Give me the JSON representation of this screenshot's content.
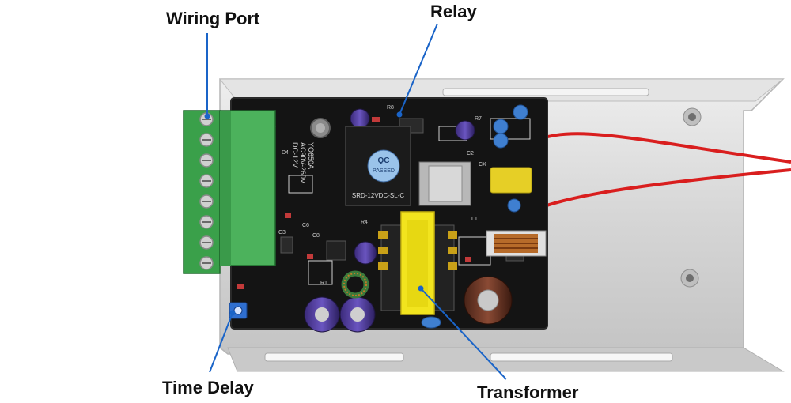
{
  "labels": {
    "wiring_port": "Wiring Port",
    "relay": "Relay",
    "time_delay": "Time Delay",
    "transformer": "Transformer"
  },
  "relay_print": {
    "badge_top": "QC",
    "badge_bottom": "PASSED",
    "model": "SRD-12VDC-SL-C"
  },
  "board_print": {
    "model": "YO650A",
    "input": "AC90V-260V",
    "output": "DC-12V"
  },
  "colors": {
    "pcb": "#141414",
    "terminal_block": "#3aa04a",
    "enclosure": "#d8d8d8",
    "leader_line": "#1a64c8",
    "wire": "#d91e1e",
    "transformer_core": "#f2e41e"
  }
}
